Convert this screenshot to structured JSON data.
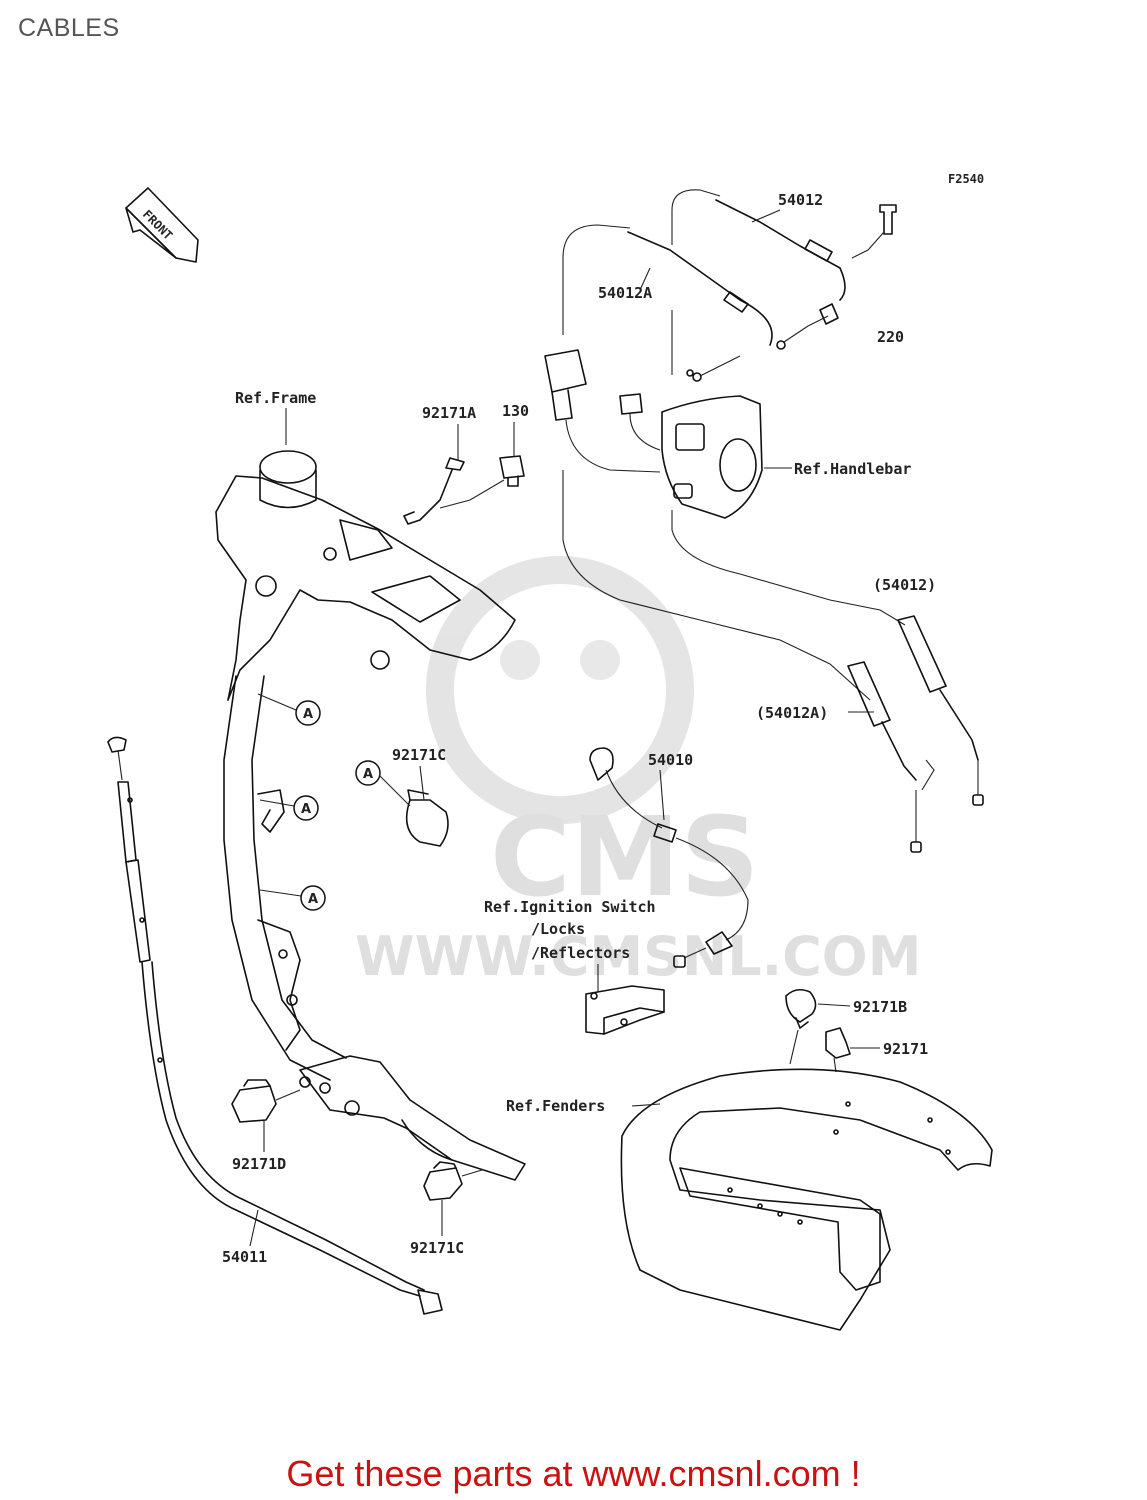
{
  "page": {
    "title": "CABLES"
  },
  "figure_code": "F2540",
  "front_arrow": "FRONT",
  "watermark": {
    "brand": "CMS",
    "url": "WWW.CMSNL.COM"
  },
  "labels": {
    "p54012": "54012",
    "p54012A": "54012A",
    "p220": "220",
    "ref_frame": "Ref.Frame",
    "p92171A": "92171A",
    "p130": "130",
    "ref_handlebar": "Ref.Handlebar",
    "p54012_paren": "(54012)",
    "p54012A_paren": "(54012A)",
    "p54010": "54010",
    "p92171C_top": "92171C",
    "ref_ignition": "Ref.Ignition Switch",
    "ref_locks": "/Locks",
    "ref_reflectors": "/Reflectors",
    "p92171B": "92171B",
    "p92171": "92171",
    "ref_fenders": "Ref.Fenders",
    "p92171D": "92171D",
    "p54011": "54011",
    "p92171C_bottom": "92171C",
    "marker_a": "A"
  },
  "footer": {
    "text": "Get these parts at www.cmsnl.com !",
    "color": "#cc1111"
  }
}
